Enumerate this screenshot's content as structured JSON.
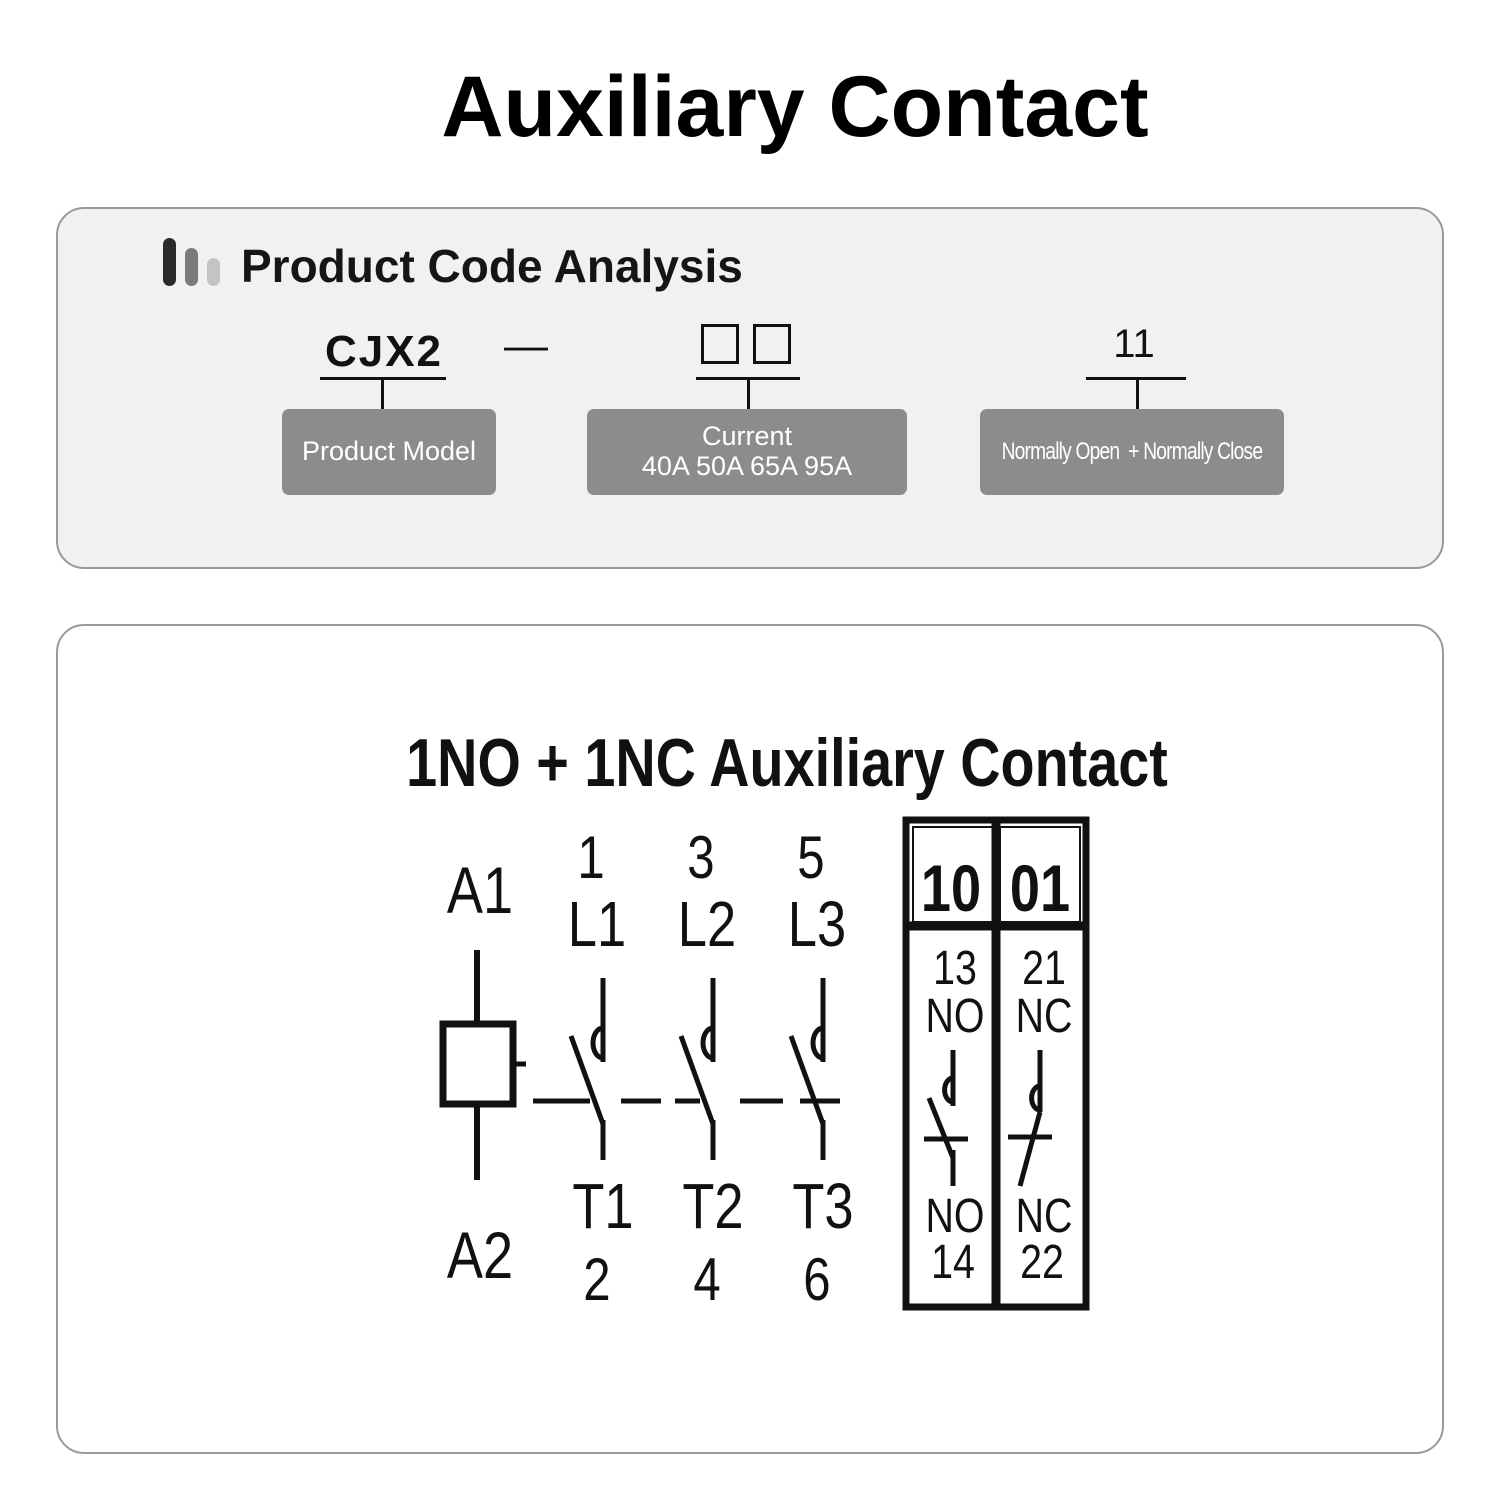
{
  "page": {
    "title": "Auxiliary Contact"
  },
  "code_analysis": {
    "heading": "Product Code Analysis",
    "model_code": "CJX2",
    "separator": "—",
    "suffix_code": "11",
    "boxes": {
      "model_label": "Product Model",
      "current_title": "Current",
      "current_values": "40A 50A 65A 95A",
      "contacts_label": "Normally Open  + Normally Close"
    },
    "colors": {
      "panel_bg": "#f1f1f3",
      "label_bg": "#8c8c8c",
      "bar_dark": "#2a2a2a",
      "bar_mid": "#7a7a7a",
      "bar_light": "#c4c4c4"
    }
  },
  "diagram": {
    "title": "1NO + 1NC Auxiliary Contact",
    "coil": {
      "top": "A1",
      "bottom": "A2"
    },
    "poles": [
      {
        "top_num": "1",
        "top_label": "L1",
        "bottom_label": "T1",
        "bottom_num": "2"
      },
      {
        "top_num": "3",
        "top_label": "L2",
        "bottom_label": "T2",
        "bottom_num": "4"
      },
      {
        "top_num": "5",
        "top_label": "L3",
        "bottom_label": "T3",
        "bottom_num": "6"
      }
    ],
    "aux_blocks": [
      {
        "code": "10",
        "top_num": "13",
        "top_type": "NO",
        "bottom_type": "NO",
        "bottom_num": "14"
      },
      {
        "code": "01",
        "top_num": "21",
        "top_type": "NC",
        "bottom_type": "NC",
        "bottom_num": "22"
      }
    ]
  }
}
